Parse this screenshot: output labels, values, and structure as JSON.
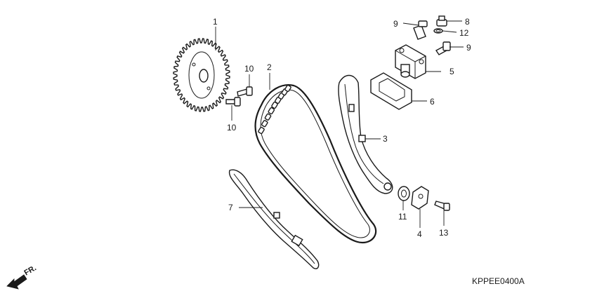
{
  "diagram_code": "KPPEE0400A",
  "direction_marker": "FR.",
  "colors": {
    "ink": "#1a1a1a",
    "background": "#ffffff"
  },
  "callouts": [
    {
      "id": "c1",
      "label": "1"
    },
    {
      "id": "c2",
      "label": "2"
    },
    {
      "id": "c3",
      "label": "3"
    },
    {
      "id": "c4",
      "label": "4"
    },
    {
      "id": "c5",
      "label": "5"
    },
    {
      "id": "c6",
      "label": "6"
    },
    {
      "id": "c7",
      "label": "7"
    },
    {
      "id": "c8",
      "label": "8"
    },
    {
      "id": "c9a",
      "label": "9"
    },
    {
      "id": "c9b",
      "label": "9"
    },
    {
      "id": "c10a",
      "label": "10"
    },
    {
      "id": "c10b",
      "label": "10"
    },
    {
      "id": "c11",
      "label": "11"
    },
    {
      "id": "c12",
      "label": "12"
    },
    {
      "id": "c13",
      "label": "13"
    }
  ]
}
